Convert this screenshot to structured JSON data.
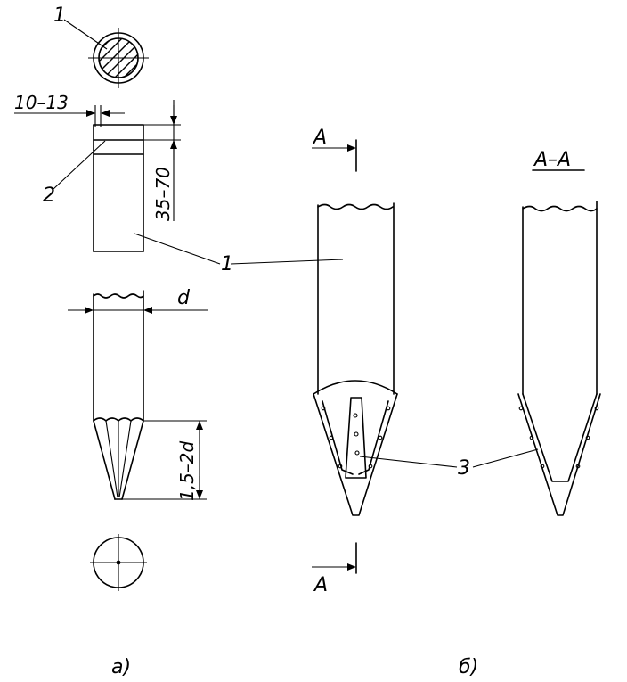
{
  "labels": {
    "dim_wall": "10–13",
    "dim_band": "35–70",
    "dim_diameter": "d",
    "dim_tip": "1,5–2d",
    "pos_1_top": "1",
    "pos_2": "2",
    "pos_1": "1",
    "pos_3": "3",
    "section_mark_top": "A",
    "section_mark_bottom": "A",
    "section_title": "A–A",
    "caption_a": "а)",
    "caption_b": "б)"
  }
}
